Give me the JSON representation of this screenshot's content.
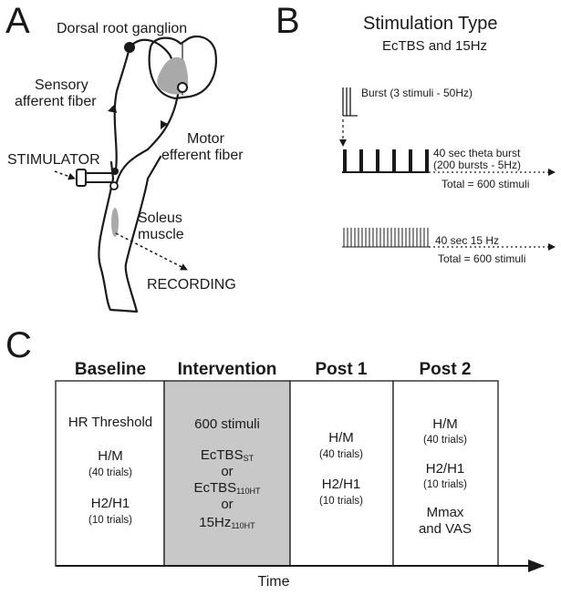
{
  "panels": {
    "a": "A",
    "b": "B",
    "c": "C"
  },
  "panel_a": {
    "drg": "Dorsal root ganglion",
    "sensory_1": "Sensory",
    "sensory_2": "afferent fiber",
    "motor_1": "Motor",
    "motor_2": "efferent fiber",
    "stimulator": "STIMULATOR",
    "soleus_1": "Soleus",
    "soleus_2": "muscle",
    "recording": "RECORDING"
  },
  "panel_b": {
    "title": "Stimulation Type",
    "subtitle": "EcTBS and 15Hz",
    "burst": "Burst (3 stimuli - 50Hz)",
    "theta_1": "40 sec theta burst",
    "theta_2": "(200 bursts - 5Hz)",
    "theta_total": "Total = 600 stimuli",
    "hz_label": "40 sec 15 Hz",
    "hz_total": "Total = 600 stimuli"
  },
  "panel_c": {
    "baseline": {
      "head": "Baseline",
      "line1": "HR Threshold",
      "line2": "H/M",
      "line3": "(40 trials)",
      "line4": "H2/H1",
      "line5": "(10 trials)"
    },
    "intervention": {
      "head": "Intervention",
      "line1": "600 stimuli",
      "l2_main": "EcTBS",
      "l2_sub": "ST",
      "or1": "or",
      "l3_main": "EcTBS",
      "l3_sub": "110HT",
      "or2": "or",
      "l4_main": "15Hz",
      "l4_sub": "110HT",
      "fill": "#c8c8c8"
    },
    "post1": {
      "head": "Post 1",
      "line1": "H/M",
      "line2": "(40 trials)",
      "line3": "H2/H1",
      "line4": "(10 trials)"
    },
    "post2": {
      "head": "Post 2",
      "line1": "H/M",
      "line2": "(40 trials)",
      "line3": "H2/H1",
      "line4": "(10 trials)",
      "line5": "Mmax",
      "line6": "and VAS"
    },
    "time": "Time"
  }
}
